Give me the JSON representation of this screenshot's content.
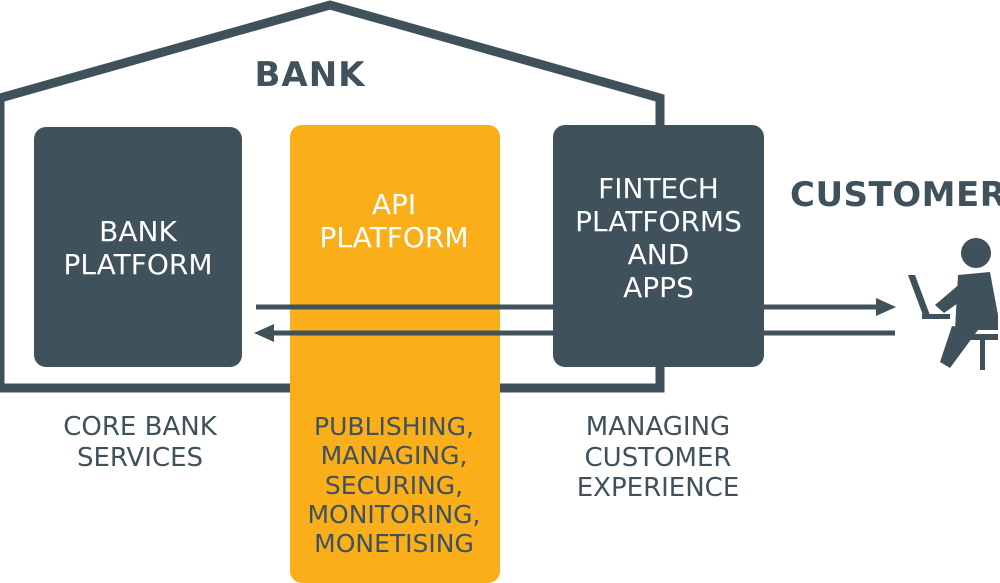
{
  "bank": {
    "title": "BANK"
  },
  "customer": {
    "title": "CUSTOMER",
    "icon": "person-at-laptop-icon"
  },
  "blocks": {
    "bank_platform": {
      "label": "BANK\nPLATFORM",
      "caption": "CORE BANK\nSERVICES"
    },
    "api_platform": {
      "label": "API\nPLATFORM",
      "caption": "PUBLISHING,\nMANAGING,\nSECURING,\nMONITORING,\nMONETISING"
    },
    "fintech": {
      "label": "FINTECH\nPLATFORMS\nAND\nAPPS",
      "caption": "MANAGING\nCUSTOMER\nEXPERIENCE"
    }
  },
  "colors": {
    "dark": "#3f515b",
    "accent": "#f9ae1a",
    "background": "#ffffff"
  }
}
